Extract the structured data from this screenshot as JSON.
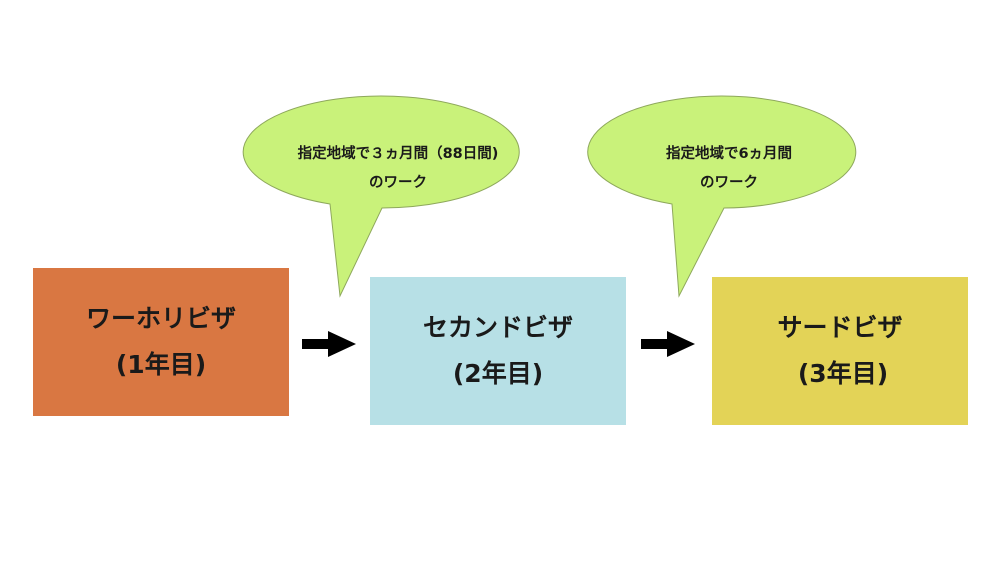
{
  "colors": {
    "visa1": "#d97742",
    "visa2": "#b7e0e6",
    "visa3": "#e3d357",
    "callout_fill": "#c9f27a",
    "callout_stroke": "#8ea85c",
    "arrow": "#000000"
  },
  "visas": [
    {
      "name": "ワーホリビザ",
      "year": "(1年目)"
    },
    {
      "name": "セカンドビザ",
      "year": "(2年目)"
    },
    {
      "name": "サードビザ",
      "year": "(3年目)"
    }
  ],
  "callouts": [
    {
      "line1": "指定地域で３ヵ月間（88日間)",
      "line2": "のワーク"
    },
    {
      "line1": "指定地域で6ヵ月間",
      "line2": "のワーク"
    }
  ],
  "icons": {
    "arrow1": "right-arrow-icon",
    "arrow2": "right-arrow-icon"
  }
}
